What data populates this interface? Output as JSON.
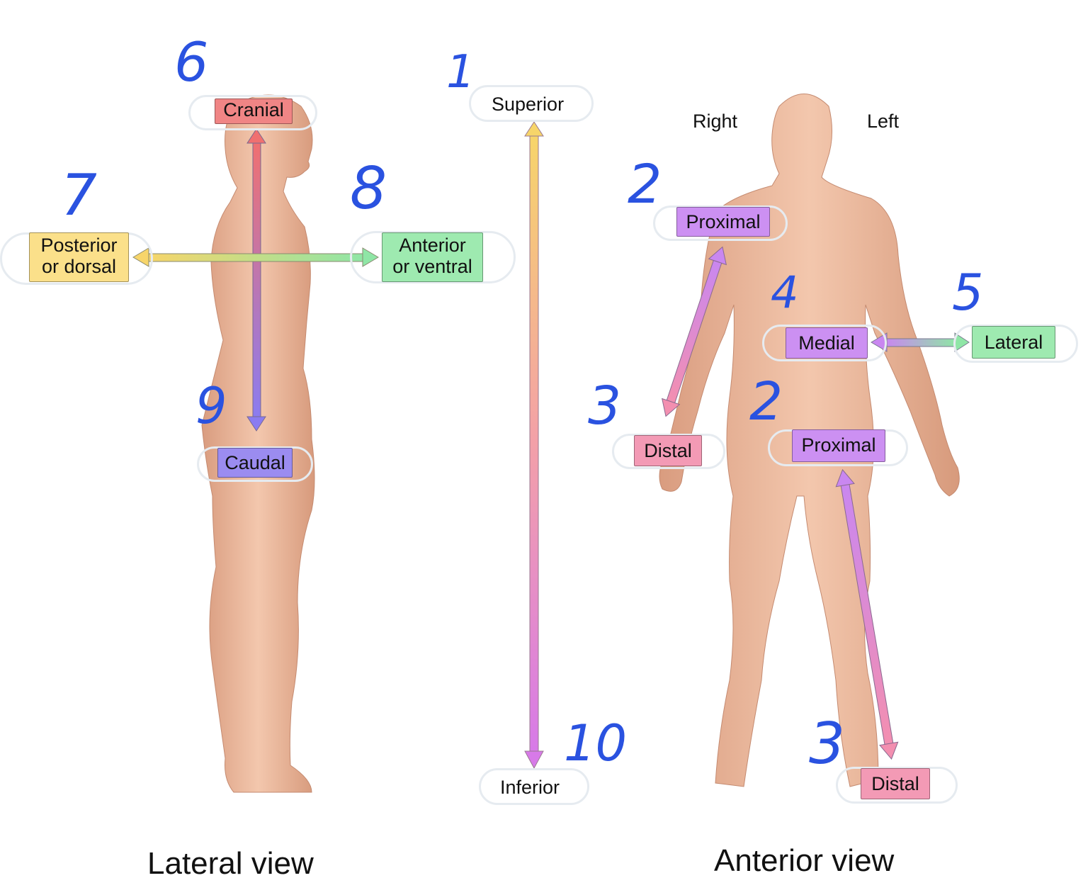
{
  "colors": {
    "red_label": "#f08585",
    "purple_label": "#cc90f2",
    "blue_label": "#9b8cf0",
    "yellow_label": "#fbe08a",
    "green_label": "#9eeab0",
    "pink_label": "#f39ab5",
    "handwriting": "#2a52e0",
    "skin": "#ecb99a"
  },
  "lateral_view": {
    "caption": "Lateral view",
    "cranial": "Cranial",
    "caudal": "Caudal",
    "posterior": {
      "line1": "Posterior",
      "line2": "or dorsal"
    },
    "anterior": {
      "line1": "Anterior",
      "line2": "or ventral"
    }
  },
  "vertical_axis": {
    "superior": "Superior",
    "inferior": "Inferior"
  },
  "anterior_view": {
    "caption": "Anterior view",
    "right": "Right",
    "left": "Left",
    "proximal_arm": "Proximal",
    "distal_arm": "Distal",
    "proximal_leg": "Proximal",
    "distal_leg": "Distal",
    "medial": "Medial",
    "lateral": "Lateral"
  },
  "handwritten_numbers": {
    "n1": "1",
    "n2a": "2",
    "n2b": "2",
    "n3a": "3",
    "n3b": "3",
    "n4": "4",
    "n5": "5",
    "n6": "6",
    "n7": "7",
    "n8": "8",
    "n9": "9",
    "n10": "10"
  }
}
